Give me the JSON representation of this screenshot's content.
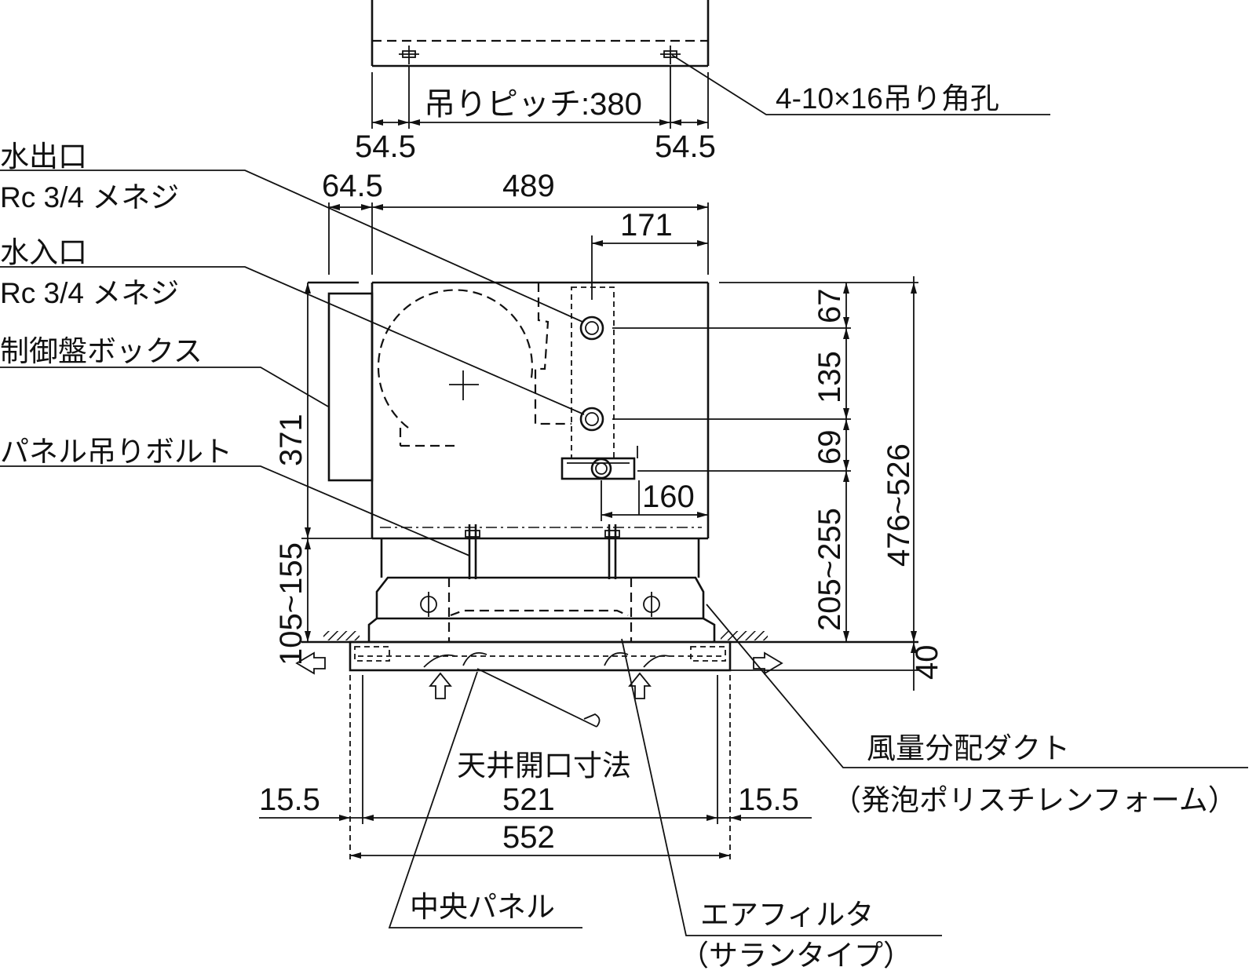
{
  "labels": {
    "hanger_holes": "4-10×16吊り角孔",
    "water_outlet": "水出口",
    "water_outlet_thread": "Rc 3/4 メネジ",
    "water_inlet": "水入口",
    "water_inlet_thread": "Rc 3/4 メネジ",
    "control_box": "制御盤ボックス",
    "panel_bolt": "パネル吊りボルト",
    "duct": "風量分配ダクト",
    "duct_material": "（発泡ポリスチレンフォーム）",
    "ceiling_opening": "天井開口寸法",
    "center_panel": "中央パネル",
    "air_filter": "エアフィルタ",
    "filter_type": "（サランタイプ）"
  },
  "dimensions": {
    "hanger_pitch": "吊りピッチ:380",
    "left_offset_top": "54.5",
    "right_offset_top": "54.5",
    "box_offset": "64.5",
    "unit_width": "489",
    "pipe_offset": "171",
    "pipe_top": "67",
    "pipe_spacing": "135",
    "drain_offset": "69",
    "drain_horizontal": "160",
    "below_unit": "205~255",
    "total_height": "476~526",
    "panel_thickness": "40",
    "box_height": "371",
    "panel_drop": "105~155",
    "margin_left": "15.5",
    "margin_right": "15.5",
    "opening_width": "521",
    "panel_width": "552"
  }
}
